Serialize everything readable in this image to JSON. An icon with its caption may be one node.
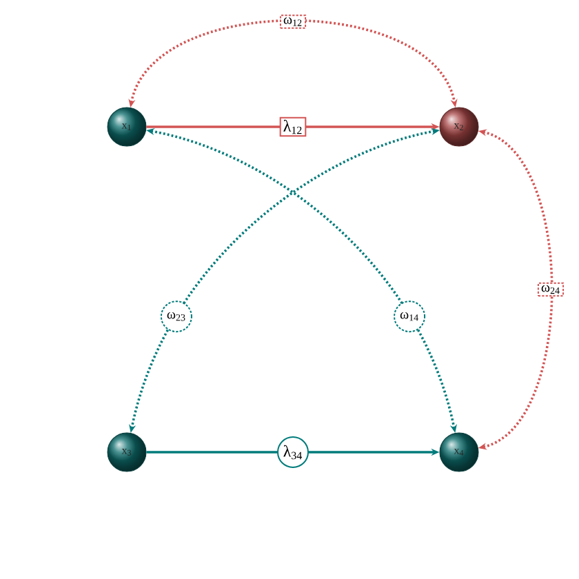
{
  "diagram": {
    "nodes": [
      {
        "text": [
          "x$_{1}$"
        ]
      },
      {
        "text": [
          "x$_{2}$"
        ]
      },
      {
        "text": [
          "x$_{3}$"
        ]
      },
      {
        "text": [
          "x$_{4}$"
        ]
      }
    ],
    "edges": [
      {
        "from": 0,
        "to": 1,
        "arrow": "both",
        "label": "ω$_{12}$",
        "style": "dashed",
        "color": "#d35454"
      },
      {
        "from": 0,
        "to": 1,
        "arrow": "to",
        "label": "λ$_{12}$",
        "color": "#d35454"
      },
      {
        "from": 1,
        "to": 3,
        "arrow": "both",
        "label": "ω$_{24}$",
        "style": "dashed",
        "color": "#d35454"
      },
      {
        "from": 1,
        "to": 2,
        "arrow": "both",
        "label": "ω$_{23}$",
        "style": "dashed",
        "color": "#007b7b"
      },
      {
        "from": 0,
        "to": 3,
        "arrow": "both",
        "label": "ω$_{14}$",
        "style": "dashed",
        "color": "#007b7b"
      },
      {
        "from": 2,
        "to": 3,
        "arrow": "to",
        "label": "λ$_{34}$",
        "color": "#007b7b"
      }
    ]
  }
}
